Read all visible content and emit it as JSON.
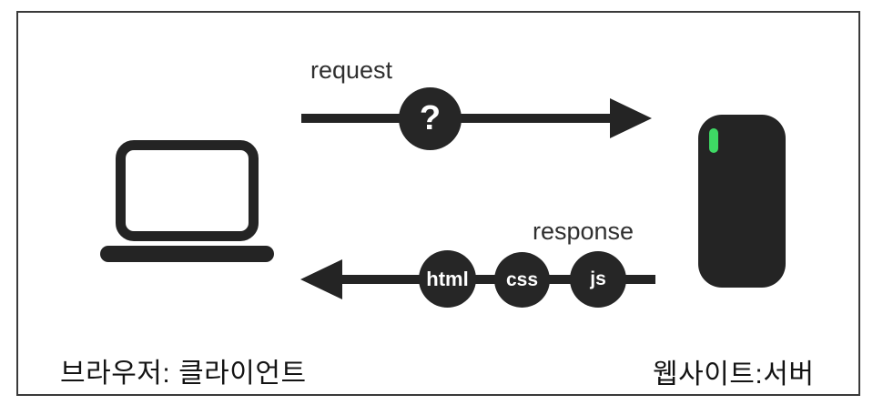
{
  "diagram": {
    "request": {
      "label": "request",
      "node": "?"
    },
    "response": {
      "label": "response",
      "nodes": [
        "html",
        "css",
        "js"
      ]
    },
    "client_label": "브라우저: 클라이언트",
    "server_label": "웹사이트:서버"
  },
  "colors": {
    "ink": "#242424",
    "node_fill": "#262626",
    "node_text": "#ffffff",
    "led_green": "#3ed964",
    "frame_border": "#3a3a3a",
    "background": "#ffffff"
  }
}
